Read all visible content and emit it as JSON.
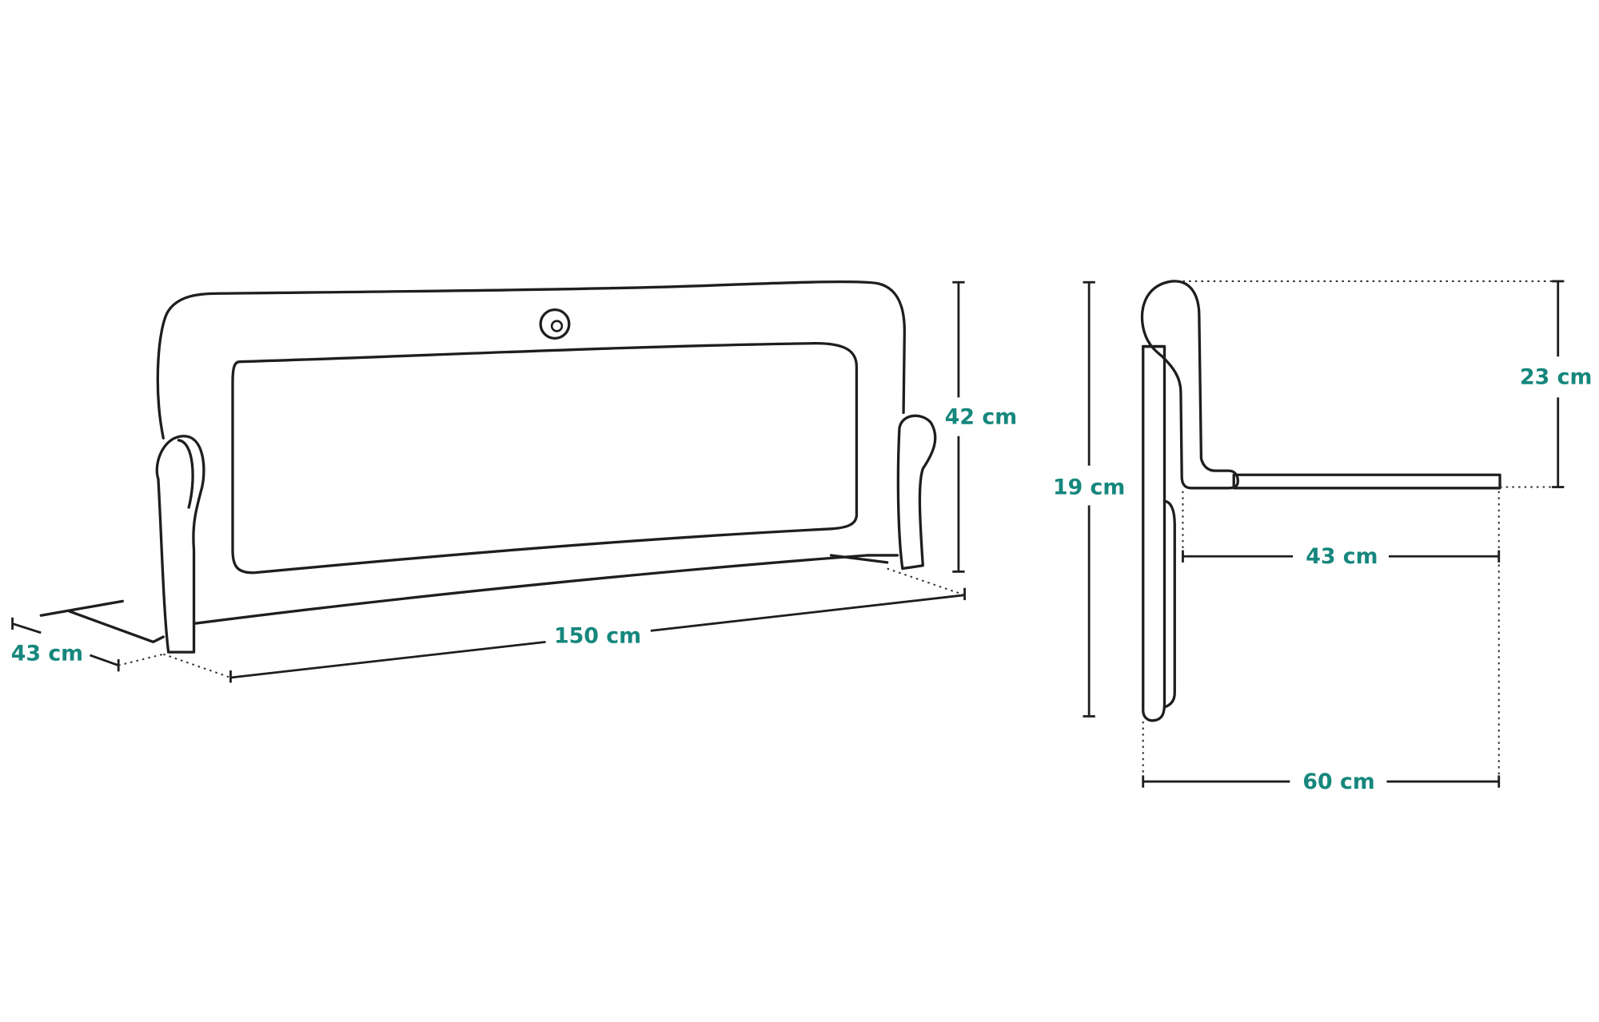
{
  "colors": {
    "label": "#16877d",
    "line": "#1e1e1e",
    "background": "#ffffff"
  },
  "front_view": {
    "height_label": "42 cm",
    "length_label": "150 cm",
    "depth_label": "43 cm"
  },
  "side_view": {
    "total_height_label": "19 cm",
    "rail_height_label": "23 cm",
    "arm_length_label": "43 cm",
    "total_depth_label": "60 cm"
  }
}
